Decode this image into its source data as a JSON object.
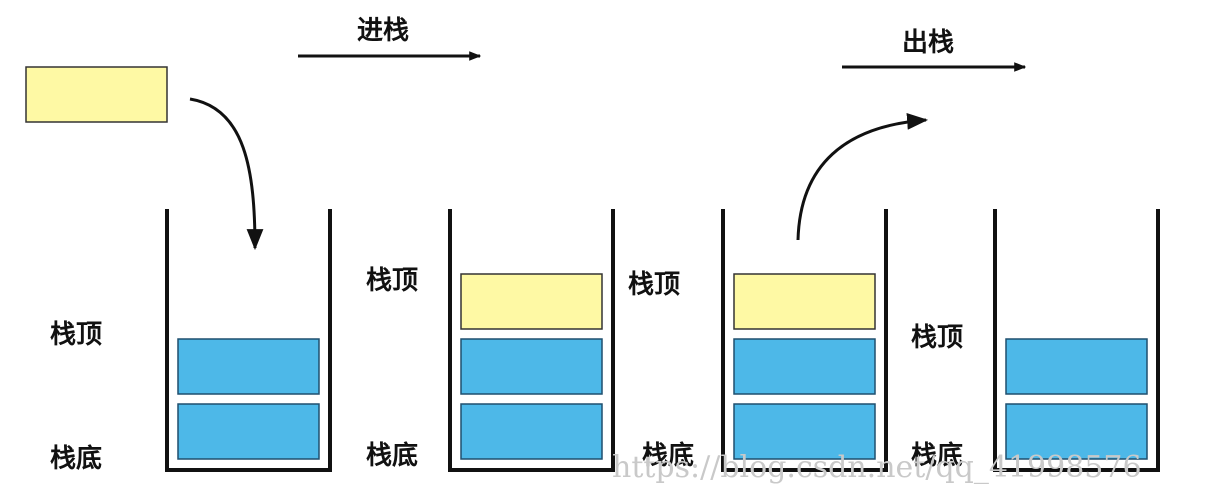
{
  "labels": {
    "push": "进栈",
    "pop": "出栈",
    "top": "栈顶",
    "bottom": "栈底"
  },
  "watermark": "https://blog.csdn.net/qq_41998576",
  "colors": {
    "pushed_block": "#fef9a4",
    "stack_block": "#4db8e8",
    "outline": "#111111",
    "watermark": "#c9c9c9"
  },
  "stages": [
    {
      "name": "before-push",
      "blue_blocks": 2,
      "yellow_on_top": false
    },
    {
      "name": "after-push",
      "blue_blocks": 2,
      "yellow_on_top": true
    },
    {
      "name": "before-pop",
      "blue_blocks": 2,
      "yellow_on_top": true
    },
    {
      "name": "after-pop",
      "blue_blocks": 2,
      "yellow_on_top": false
    }
  ]
}
